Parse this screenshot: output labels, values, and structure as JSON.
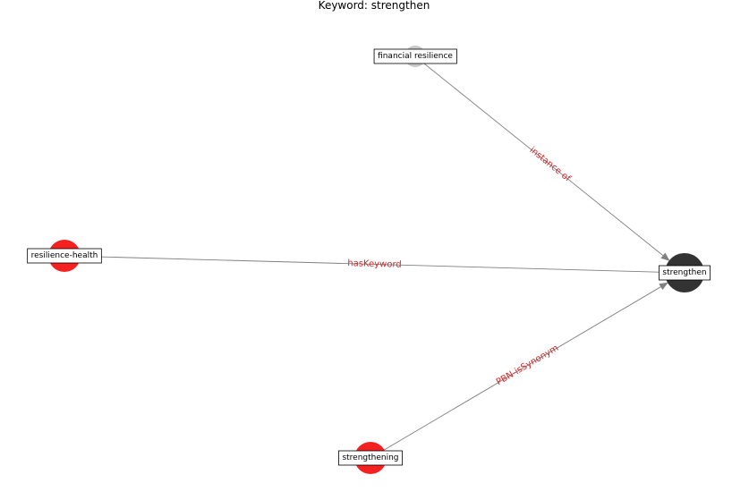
{
  "title": "Keyword: strengthen",
  "edge_color": "#808080",
  "edge_label_color": "#d62728",
  "nodes": [
    {
      "id": "financial-resilience",
      "label": "financial resilience",
      "color": "#c8c8c8",
      "size": "small"
    },
    {
      "id": "resilience-health",
      "label": "resilience-health",
      "color": "#f52020",
      "size": "medium"
    },
    {
      "id": "strengthen",
      "label": "strengthen",
      "color": "#333333",
      "size": "large"
    },
    {
      "id": "strengthening",
      "label": "strengthening",
      "color": "#f52020",
      "size": "medium"
    }
  ],
  "edges": [
    {
      "source": "financial-resilience",
      "target": "strengthen",
      "label": "instance of",
      "directed": true
    },
    {
      "source": "resilience-health",
      "target": "strengthen",
      "label": "hasKeyword",
      "directed": false
    },
    {
      "source": "strengthening",
      "target": "strengthen",
      "label": "PBN-isSynonym",
      "directed": true
    }
  ]
}
